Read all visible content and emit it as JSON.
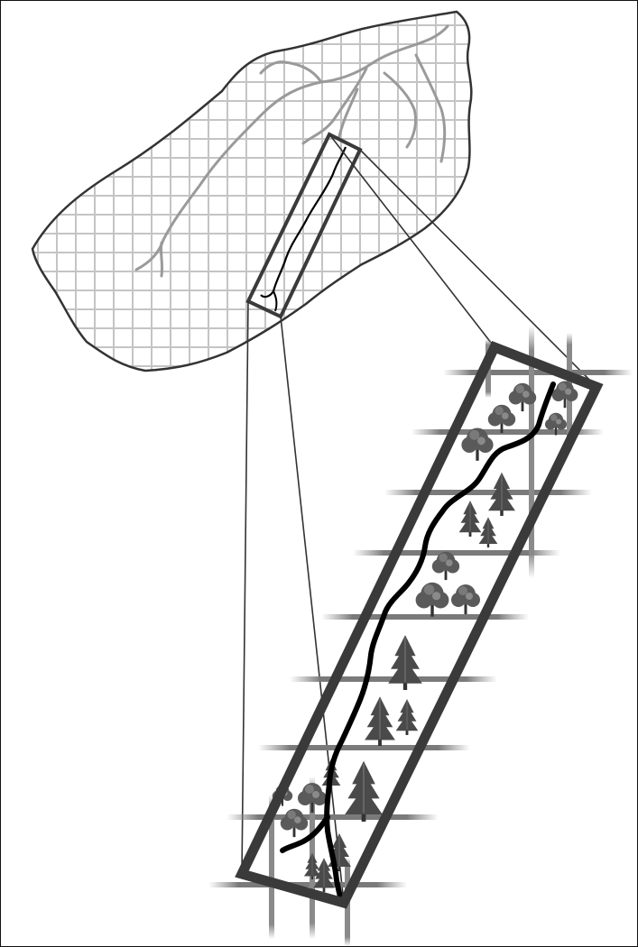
{
  "figure": {
    "type": "illustration",
    "labels": [],
    "elements": {
      "watershed": "watershed-outline-with-square-grid",
      "streams": "gray-stream-network",
      "selection": "rectangular-reach-selection",
      "projection": "zoom-projection-lines",
      "enlarged_view": "enlarged-reach-with-riparian-trees"
    },
    "tree_types": [
      "broadleaf-tree",
      "conifer-tree"
    ]
  },
  "colors": {
    "background": "#ffffff",
    "outline": "#333333",
    "grid": "#c4c4c4",
    "stream_gray": "#9a9a9a",
    "stream_black": "#000000",
    "selection_box": "#3a3a3a",
    "enlarged_grid": "#8c8c8c",
    "tree_broadleaf": "#5a5a5a",
    "tree_conifer": "#4a4a4a"
  }
}
